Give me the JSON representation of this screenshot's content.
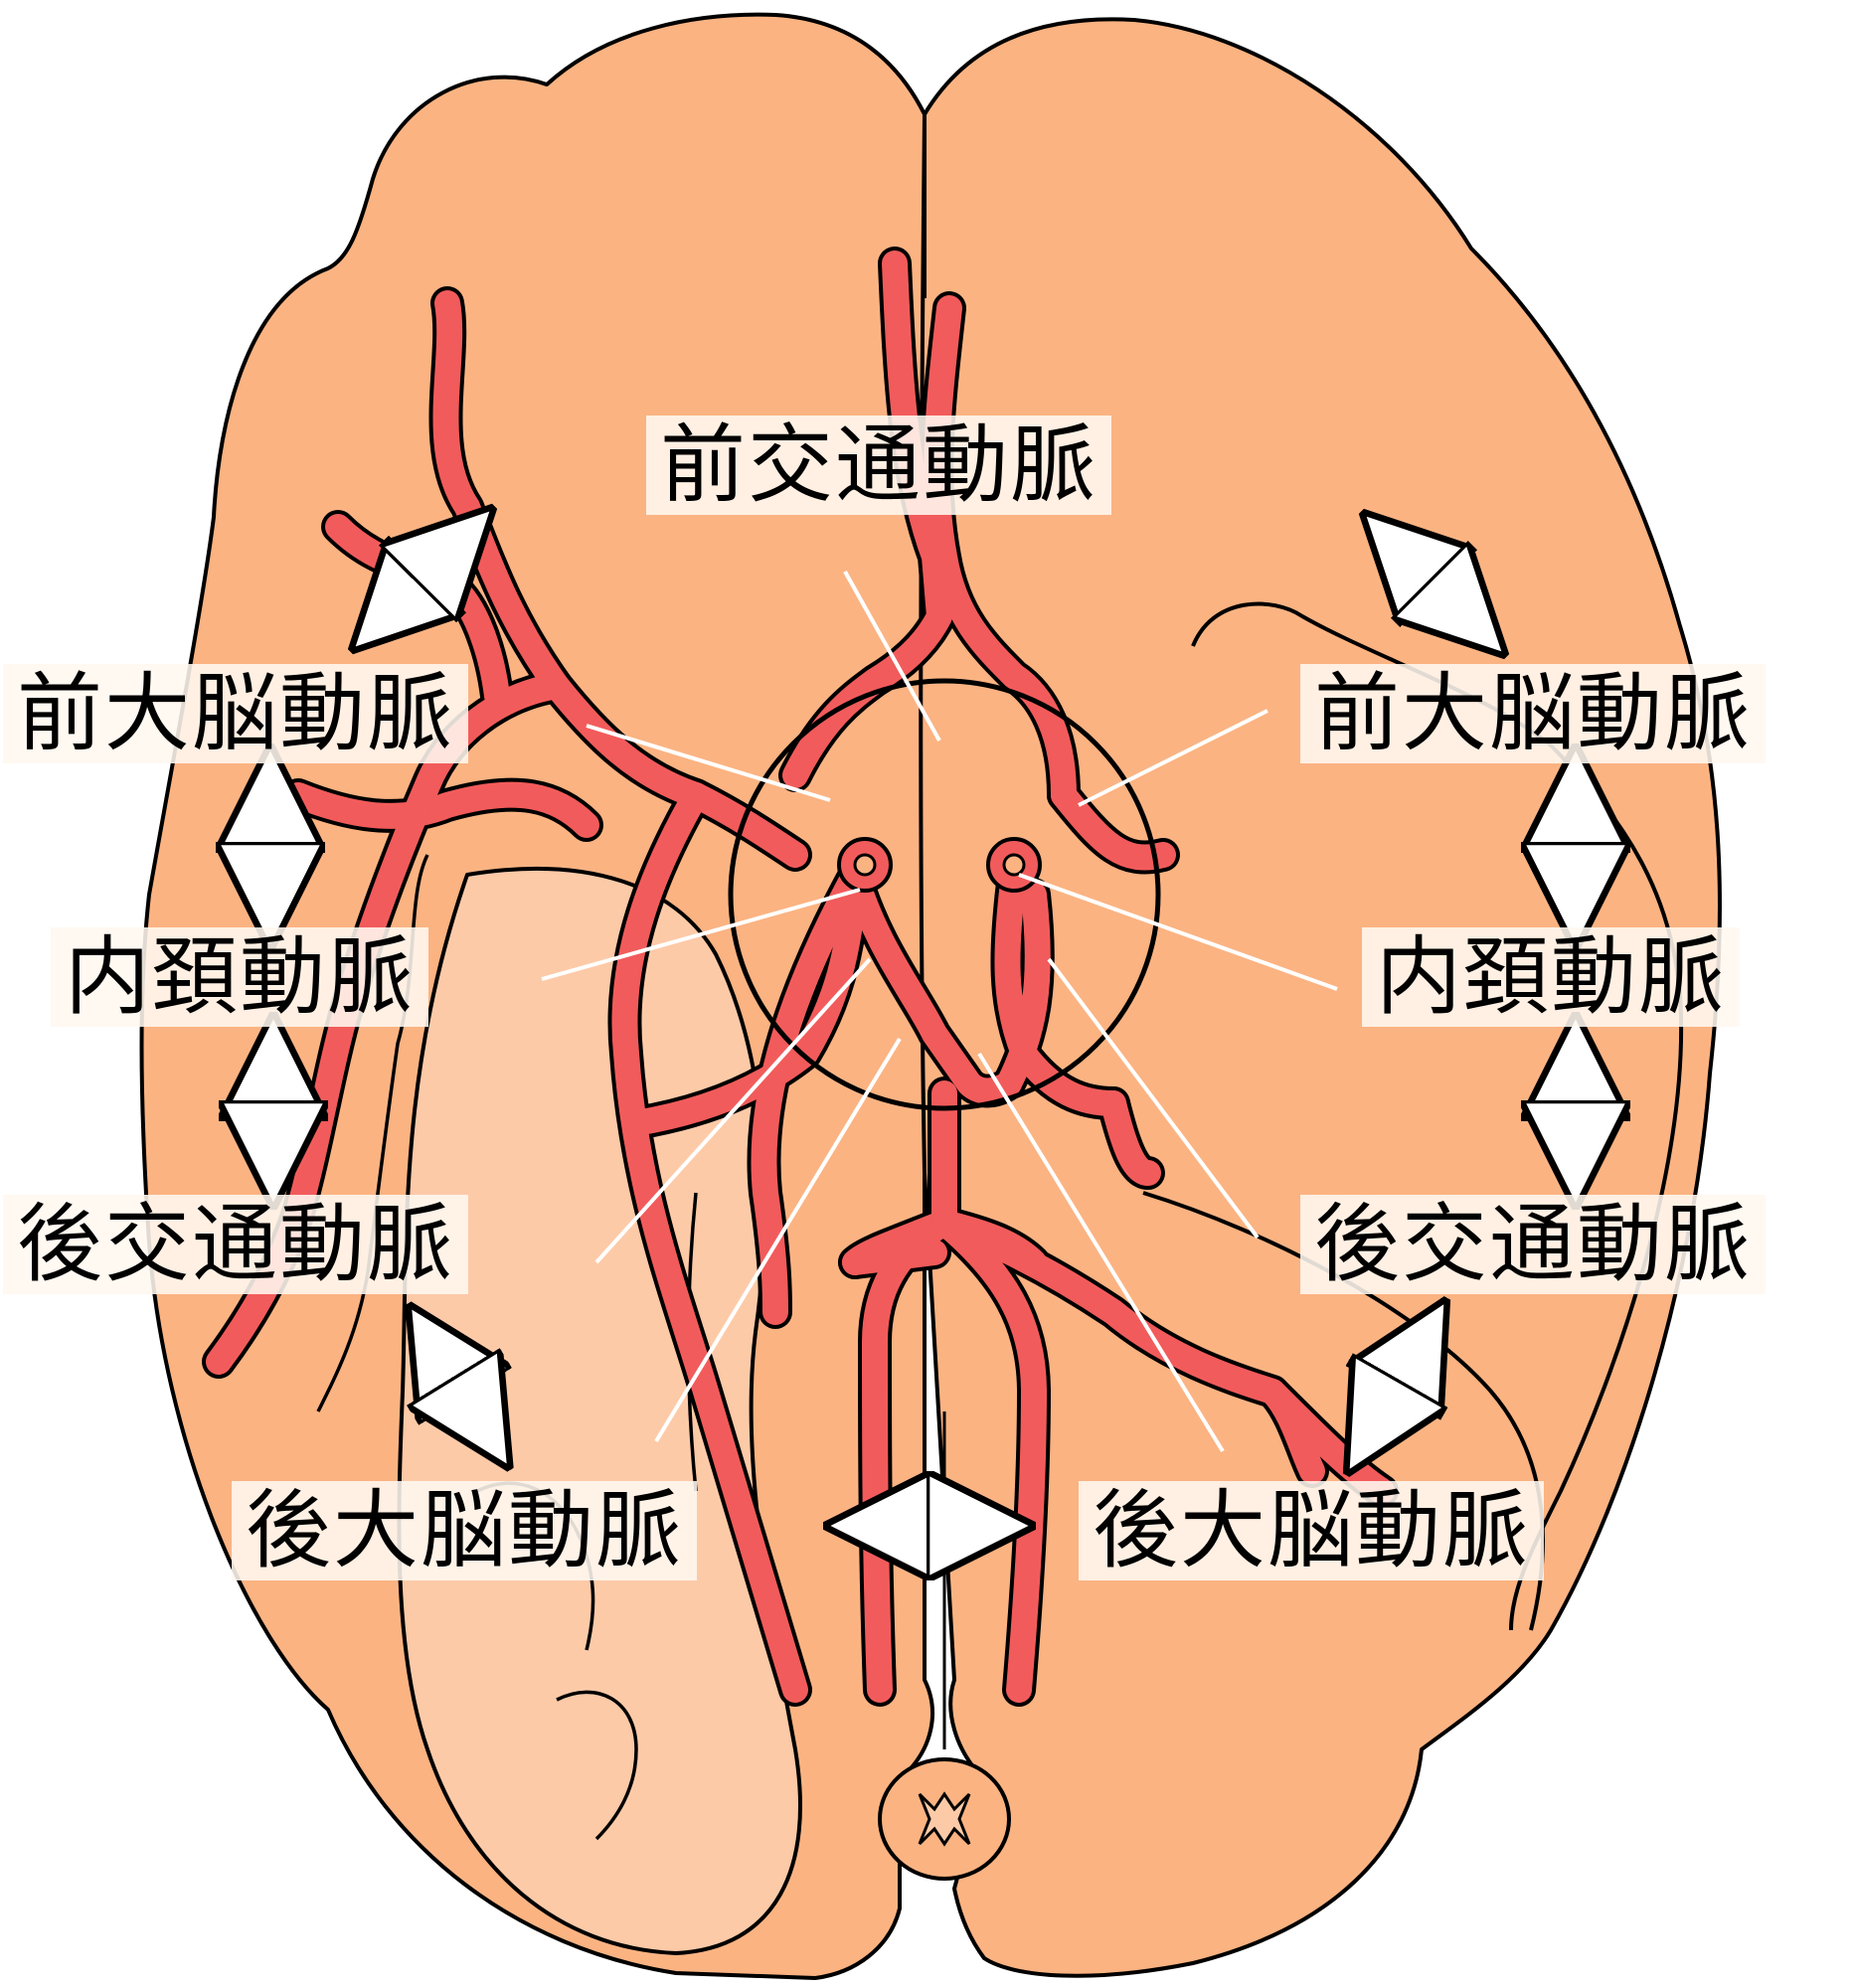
{
  "diagram": {
    "colors": {
      "brain": "#FBB382",
      "brain_light": "#FDCAA8",
      "artery": "#F25B5B",
      "outline": "#000000",
      "label_bg": "#FFF8F0",
      "pointer": "#FFFFFF"
    },
    "labels": {
      "acom": "前交通動脈",
      "aca_left": "前大脳動脈",
      "aca_right": "前大脳動脈",
      "ica_left": "内頚動脈",
      "ica_right": "内頚動脈",
      "pcom_left": "後交通動脈",
      "pcom_right": "後交通動脈",
      "pca_left": "後大脳動脈",
      "pca_right": "後大脳動脈"
    }
  }
}
